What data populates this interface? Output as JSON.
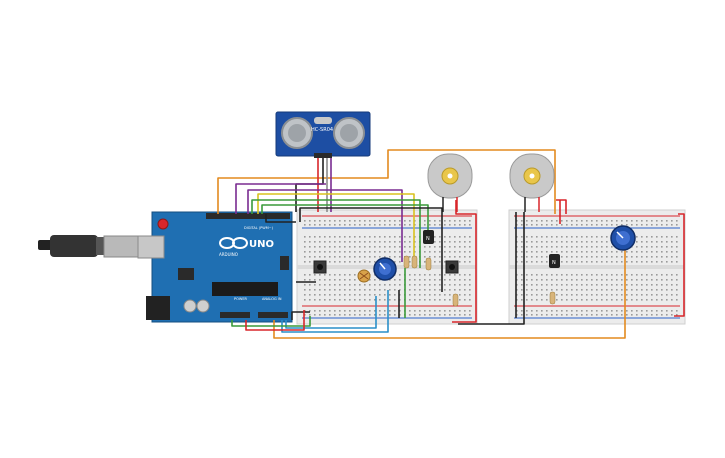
{
  "arduino": {
    "logo_text": "UNO",
    "brand_text": "ARDUINO",
    "digital_label": "DIGITAL (PWM~)",
    "power_label": "POWER",
    "analog_label": "ANALOG IN"
  },
  "sensor": {
    "model_text": "HC-SR04"
  },
  "colors": {
    "board": "#1f6fb2",
    "breadboard": "#ececec",
    "sensor": "#1d4ea3",
    "motor": "#c9c9c9",
    "motor_hub": "#e9c64a",
    "pot": "#1f4fa8",
    "wire_orange": "#e38a1f",
    "wire_red": "#d8262b",
    "wire_black": "#222222",
    "wire_purple": "#7a2b91",
    "wire_green": "#3a9a3a",
    "wire_yellow": "#d9c21f",
    "wire_blue": "#2a8fc9",
    "wire_gray": "#8c8c8c"
  },
  "components": [
    "usb-cable",
    "arduino-uno",
    "ultrasonic-sensor",
    "breadboard-left",
    "breadboard-right",
    "dc-motor-left",
    "dc-motor-right",
    "potentiometer-left",
    "potentiometer-right",
    "transistor-left",
    "transistor-right",
    "pushbutton-left",
    "pushbutton-right",
    "photoresistor"
  ]
}
